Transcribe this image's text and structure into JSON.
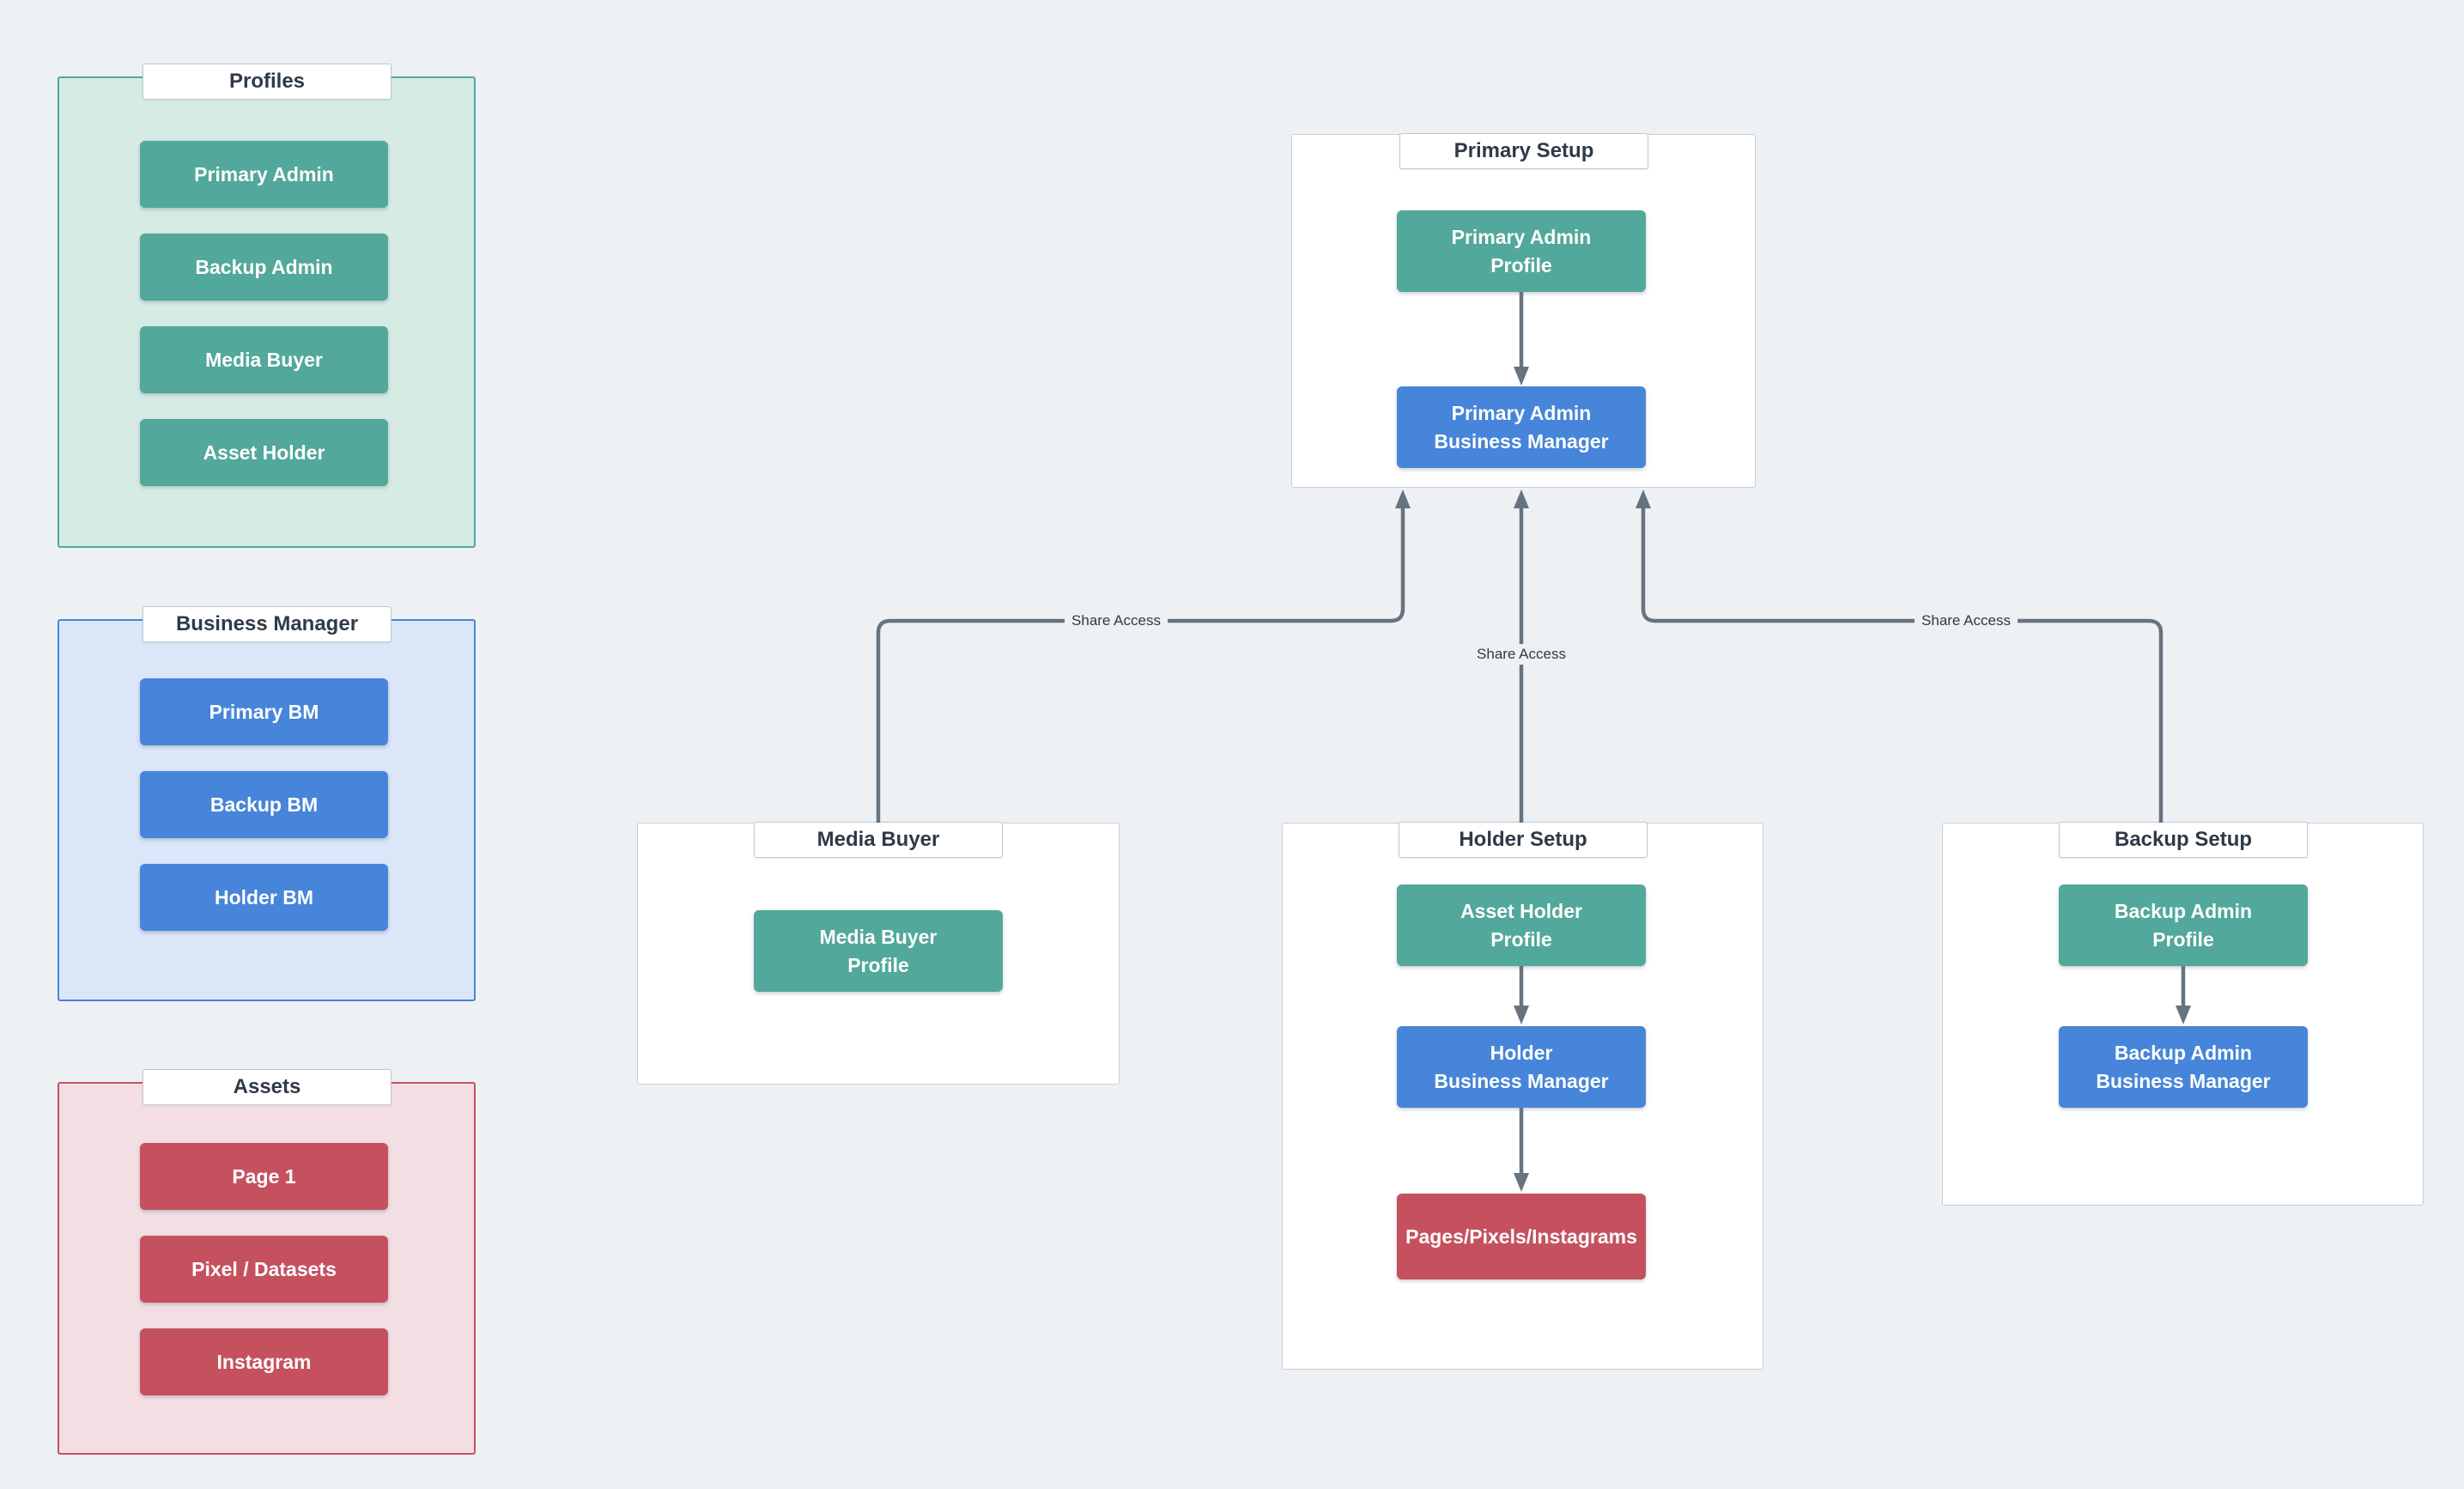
{
  "colors": {
    "background": "#edf1f4",
    "teal": "#52a89a",
    "teal_tint": "#d7ebe5",
    "blue": "#4685d9",
    "blue_tint": "#dbe7f8",
    "red": "#c5515f",
    "red_tint": "#f3dfe3",
    "ink": "#2e3a48",
    "connector": "#67737f",
    "box_border": "#c9ced6",
    "tab_border": "#c2c8cf"
  },
  "legend": {
    "profiles": {
      "title": "Profiles",
      "items": [
        "Primary Admin",
        "Backup Admin",
        "Media Buyer",
        "Asset Holder"
      ]
    },
    "business_manager": {
      "title": "Business Manager",
      "items": [
        "Primary BM",
        "Backup BM",
        "Holder BM"
      ]
    },
    "assets": {
      "title": "Assets",
      "items": [
        "Page 1",
        "Pixel / Datasets",
        "Instagram"
      ]
    }
  },
  "flow": {
    "primary_setup": {
      "title": "Primary Setup",
      "profile_line1": "Primary Admin",
      "profile_line2": "Profile",
      "bm_line1": "Primary Admin",
      "bm_line2": "Business Manager"
    },
    "media_buyer": {
      "title": "Media Buyer",
      "profile_line1": "Media Buyer",
      "profile_line2": "Profile"
    },
    "holder_setup": {
      "title": "Holder Setup",
      "profile_line1": "Asset Holder",
      "profile_line2": "Profile",
      "bm_line1": "Holder",
      "bm_line2": "Business Manager",
      "assets_label": "Pages/Pixels/Instagrams"
    },
    "backup_setup": {
      "title": "Backup Setup",
      "profile_line1": "Backup Admin",
      "profile_line2": "Profile",
      "bm_line1": "Backup Admin",
      "bm_line2": "Business Manager"
    }
  },
  "edges": {
    "share_access_left": "Share Access",
    "share_access_middle": "Share Access",
    "share_access_right": "Share Access"
  }
}
